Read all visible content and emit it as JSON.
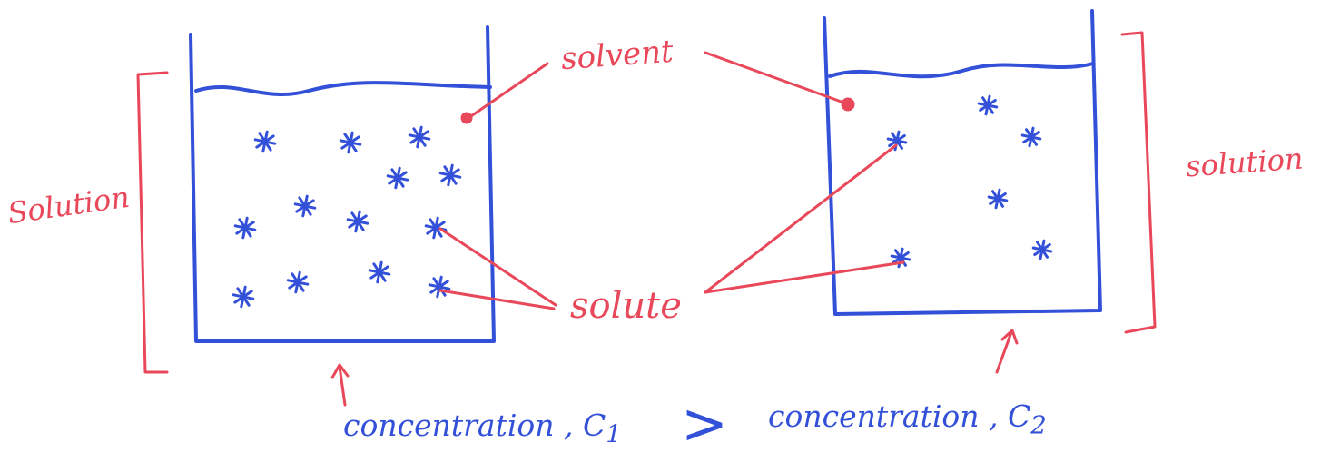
{
  "labels": {
    "solvent": "solvent",
    "solute": "solute",
    "solution_left": "Solution",
    "solution_right": "solution"
  },
  "caption": {
    "left": "concentration , C",
    "left_subscript": "1",
    "comparator": ">",
    "right": "concentration , C",
    "right_subscript": "2"
  },
  "colors": {
    "ink_blue": "#3350d8",
    "ink_red": "#e8485a"
  }
}
